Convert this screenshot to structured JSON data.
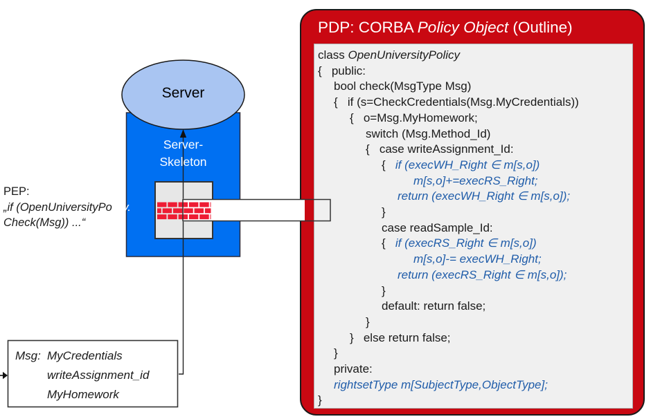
{
  "pdp": {
    "title": [
      {
        "t": "PDP: CORBA ",
        "s": "n"
      },
      {
        "t": "Policy Object",
        "s": "i"
      },
      {
        "t": " (Outline)",
        "s": "n"
      }
    ],
    "code": [
      {
        "ind": 0,
        "parts": [
          {
            "t": "class ",
            "s": "n"
          },
          {
            "t": "OpenUniversityPolicy",
            "s": "i"
          }
        ]
      },
      {
        "ind": 0,
        "parts": [
          {
            "t": "{   public:",
            "s": "n"
          }
        ]
      },
      {
        "ind": 1,
        "parts": [
          {
            "t": "bool check(MsgType Msg)",
            "s": "n"
          }
        ]
      },
      {
        "ind": 1,
        "parts": [
          {
            "t": "{   if (s=CheckCredentials(Msg.MyCredentials))",
            "s": "n"
          }
        ]
      },
      {
        "ind": 2,
        "parts": [
          {
            "t": "{   o=Msg.MyHomework;",
            "s": "n"
          }
        ]
      },
      {
        "ind": 3,
        "parts": [
          {
            "t": "switch (Msg.Method_Id)",
            "s": "n"
          }
        ]
      },
      {
        "ind": 3,
        "parts": [
          {
            "t": "{   case writeAssignment_Id:",
            "s": "n"
          }
        ]
      },
      {
        "ind": 4,
        "parts": [
          {
            "t": "{   ",
            "s": "n"
          },
          {
            "t": "if (execWH_Right ∈ m[s,o])",
            "s": "b"
          }
        ]
      },
      {
        "ind": 6,
        "parts": [
          {
            "t": "m[s,o]+=execRS_Right;",
            "s": "b"
          }
        ]
      },
      {
        "ind": 5,
        "parts": [
          {
            "t": "return (execWH_Right ∈ m[s,o]);",
            "s": "b"
          }
        ]
      },
      {
        "ind": 4,
        "parts": [
          {
            "t": "}",
            "s": "n"
          }
        ]
      },
      {
        "ind": 4,
        "parts": [
          {
            "t": "case readSample_Id:",
            "s": "n"
          }
        ]
      },
      {
        "ind": 4,
        "parts": [
          {
            "t": "{   ",
            "s": "n"
          },
          {
            "t": "if (execRS_Right ∈ m[s,o])",
            "s": "b"
          }
        ]
      },
      {
        "ind": 6,
        "parts": [
          {
            "t": "m[s,o]-= execWH_Right;",
            "s": "b"
          }
        ]
      },
      {
        "ind": 5,
        "parts": [
          {
            "t": "return (execRS_Right ∈ m[s,o]);",
            "s": "b"
          }
        ]
      },
      {
        "ind": 4,
        "parts": [
          {
            "t": "}",
            "s": "n"
          }
        ]
      },
      {
        "ind": 4,
        "parts": [
          {
            "t": "default: return false;",
            "s": "n"
          }
        ]
      },
      {
        "ind": 3,
        "parts": [
          {
            "t": "}",
            "s": "n"
          }
        ]
      },
      {
        "ind": 2,
        "parts": [
          {
            "t": "}   else return false;",
            "s": "n"
          }
        ]
      },
      {
        "ind": 1,
        "parts": [
          {
            "t": "}",
            "s": "n"
          }
        ]
      },
      {
        "ind": 1,
        "parts": [
          {
            "t": "private:",
            "s": "n"
          }
        ]
      },
      {
        "ind": 1,
        "parts": [
          {
            "t": "rightsetType m[SubjectType,ObjectType];",
            "s": "b"
          }
        ]
      },
      {
        "ind": 0,
        "parts": [
          {
            "t": "}",
            "s": "n"
          }
        ]
      }
    ]
  },
  "diagram": {
    "server_label": "Server",
    "skeleton_lines": [
      "Server-",
      "Skeleton"
    ],
    "pep": {
      "heading": "PEP:",
      "code_line1_black": "„if (OpenUniversityPo",
      "code_line1_white": "licy.",
      "code_line2": "Check(Msg)) ...“"
    },
    "msg": {
      "label": "Msg:",
      "fields": [
        "MyCredentials",
        "writeAssignment_id",
        "MyHomework"
      ]
    }
  },
  "colors": {
    "pdp_red": "#C90812",
    "panel_gray": "#F0F0F0",
    "server_blue": "#0070F2",
    "ellipse_blue": "#A9C5F2",
    "brick_red": "#EE1C34",
    "code_blue": "#1F5CA9"
  }
}
